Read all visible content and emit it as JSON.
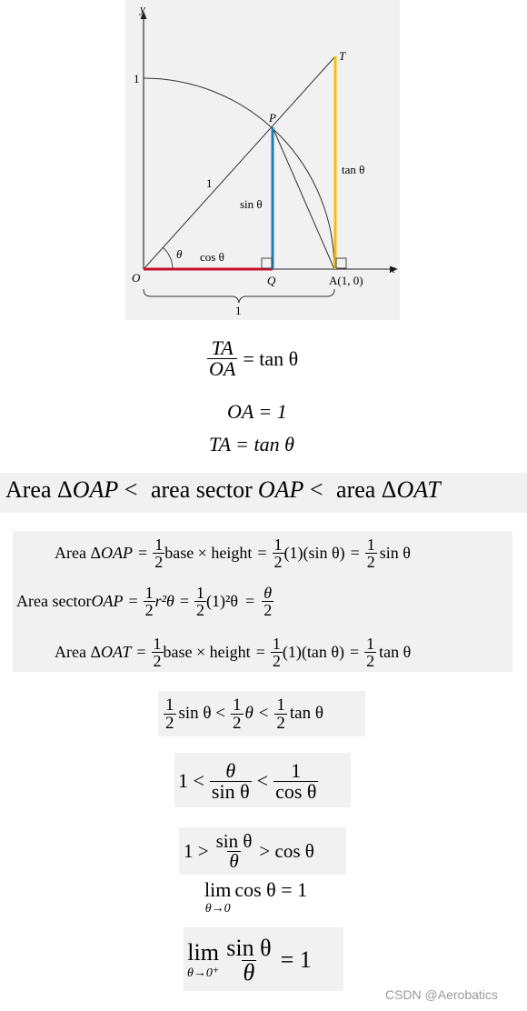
{
  "diagram": {
    "axis_x": "x",
    "axis_y": "y",
    "y_tick_one": "1",
    "point_O": "O",
    "point_P": "P",
    "point_Q": "Q",
    "point_T": "T",
    "point_A": "A(1, 0)",
    "radius_label": "1",
    "angle_label": "θ",
    "cos_label": "cos θ",
    "sin_label": "sin θ",
    "tan_label": "tan θ",
    "brace_label": "1",
    "colors": {
      "cos_segment": "#c8102e",
      "sin_segment": "#1f7fa8",
      "tan_segment": "#f2c200",
      "panel_bg": "#f1f1f1"
    }
  },
  "eq1": {
    "num": "TA",
    "den": "OA",
    "rhs": "= tan θ"
  },
  "eq2": "OA = 1",
  "eq3": "TA = tan θ",
  "inequality_banner": {
    "a": "Area Δ",
    "b": "OAP",
    "c": " < ",
    "d": "area sector ",
    "e": "OAP",
    "f": " < ",
    "g": "area Δ",
    "h": "OAT"
  },
  "areas": {
    "row1": {
      "label": "Area Δ",
      "shape": "OAP",
      "eq": "=",
      "half": "1",
      "two": "2",
      "words": "base × height",
      "mid": "(1)(sin θ)",
      "end": "sin θ"
    },
    "row2": {
      "label": "Area sector ",
      "shape": "OAP",
      "eq": "=",
      "r2": "r²θ",
      "mid": "(1)²θ",
      "theta": "θ"
    },
    "row3": {
      "label": "Area Δ",
      "shape": "OAT",
      "eq": "=",
      "half": "1",
      "two": "2",
      "words": "base × height",
      "mid": "(1)(tan θ)",
      "end": "tan θ"
    }
  },
  "ineq_half": {
    "a": "sin θ <",
    "b": "θ <",
    "c": "tan θ"
  },
  "ineq_ratio": {
    "lhs": "1 <",
    "f1_num": "θ",
    "f1_den": "sin θ",
    "mid": "<",
    "f2_num": "1",
    "f2_den": "cos θ"
  },
  "ineq_flip": {
    "lhs": "1 >",
    "num": "sin θ",
    "den": "θ",
    "rhs": "> cos θ"
  },
  "limit_cos": {
    "lim": "lim",
    "sub": "θ→0",
    "expr": "cos θ = 1"
  },
  "limit_main": {
    "lim": "lim",
    "sub": "θ→0⁺",
    "num": "sin θ",
    "den": "θ",
    "rhs": "= 1"
  },
  "watermark": "CSDN @Aerobatics"
}
